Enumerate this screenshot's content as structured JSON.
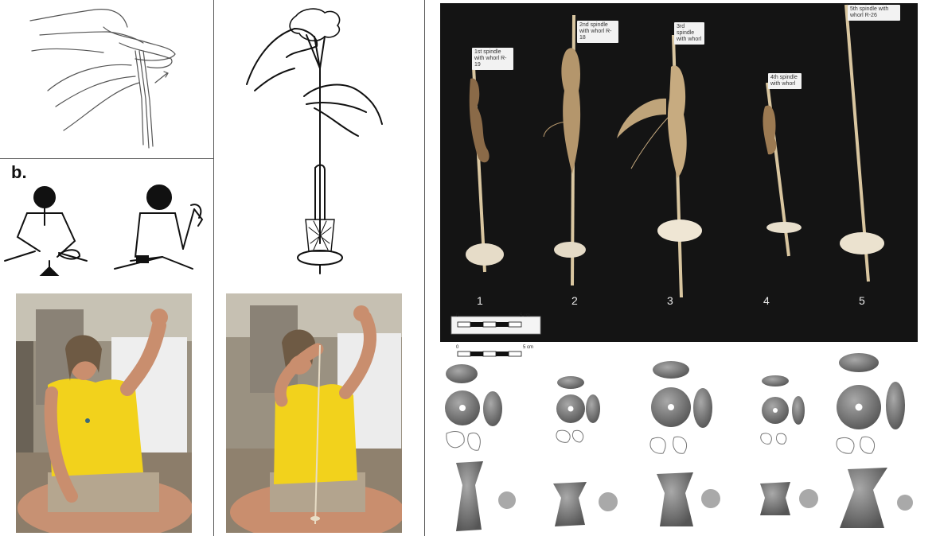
{
  "panel_label_b": "b.",
  "spindles": [
    {
      "number": "1",
      "flag_text": "1st spindle with whorl R-19",
      "whorl_color": "#e6dcc8"
    },
    {
      "number": "2",
      "flag_text": "2nd spindle with whorl R-18",
      "whorl_color": "#e4dac6"
    },
    {
      "number": "3",
      "flag_text": "3rd spindle with whorl",
      "whorl_color": "#efe6d4"
    },
    {
      "number": "4",
      "flag_text": "4th spindle with whorl",
      "whorl_color": "#e8dfcc"
    },
    {
      "number": "5",
      "flag_text": "5th spindle with whorl R-26",
      "whorl_color": "#ebe2cf"
    }
  ],
  "scale_bar": {
    "zero": "0",
    "end": "5 cm"
  },
  "colors": {
    "photo_background": "#141414",
    "shirt_yellow": "#f2d21c",
    "skin": "#c98e6e",
    "fiber": "#b9976a",
    "render_gray": "#7a7a7a"
  }
}
